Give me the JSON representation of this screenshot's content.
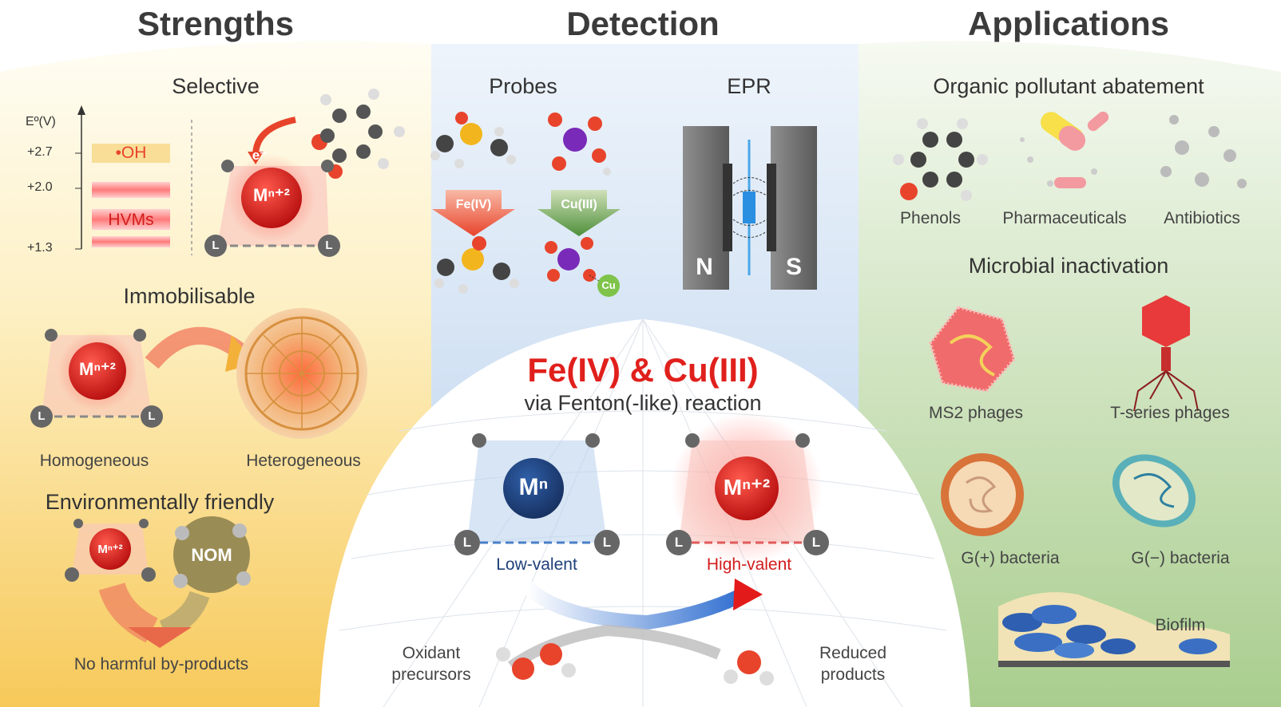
{
  "headings": {
    "strengths": "Strengths",
    "detection": "Detection",
    "applications": "Applications"
  },
  "strengths": {
    "selective": "Selective",
    "axis_label": "Eº(V)",
    "ticks": [
      "+2.7",
      "+2.0",
      "+1.3"
    ],
    "oh_label": "•OH",
    "hvm_label": "HVMs",
    "electron": "e⁻",
    "metal_high": "Mⁿ⁺²",
    "ligand": "L",
    "immobilisable": "Immobilisable",
    "homogeneous": "Homogeneous",
    "heterogeneous": "Heterogeneous",
    "env_friendly": "Environmentally friendly",
    "nom": "NOM",
    "no_harmful": "No harmful by-products"
  },
  "detection": {
    "probes": "Probes",
    "epr": "EPR",
    "fe_arrow": "Fe(IV)",
    "cu_arrow": "Cu(III)",
    "cu_atom": "Cu",
    "magnet_n": "N",
    "magnet_s": "S"
  },
  "center": {
    "title": "Fe(IV) & Cu(III)",
    "subtitle": "via Fenton(-like) reaction",
    "metal_low": "Mⁿ",
    "metal_high": "Mⁿ⁺²",
    "low_valent": "Low-valent",
    "high_valent": "High-valent",
    "oxidant": "Oxidant\nprecursors",
    "reduced": "Reduced\nproducts"
  },
  "applications": {
    "organic": "Organic pollutant abatement",
    "phenols": "Phenols",
    "pharma": "Pharmaceuticals",
    "antibiotics": "Antibiotics",
    "microbial": "Microbial inactivation",
    "ms2": "MS2 phages",
    "tseries": "T-series phages",
    "gpos": "G(+) bacteria",
    "gneg": "G(−) bacteria",
    "biofilm": "Biofilm"
  },
  "colors": {
    "red": "#e0201c",
    "blue": "#1f3f7a",
    "yellow": "#f5c842",
    "green": "#a8cd8f"
  }
}
